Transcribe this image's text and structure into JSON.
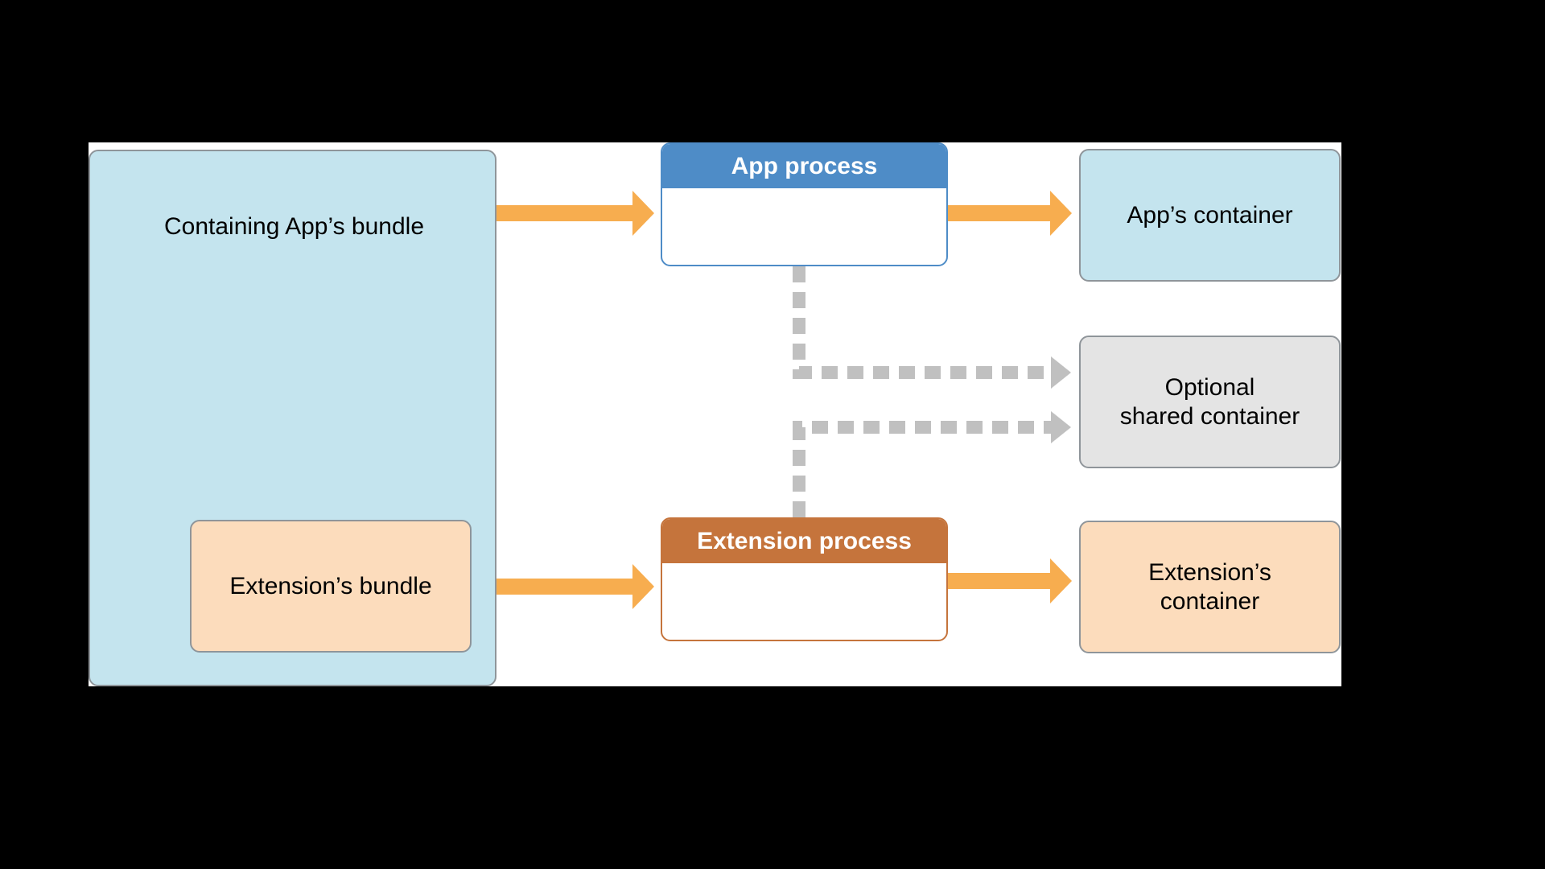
{
  "diagram": {
    "containing_bundle": {
      "label": "Containing App’s bundle"
    },
    "extension_bundle": {
      "label": "Extension’s bundle"
    },
    "app_process": {
      "label": "App process"
    },
    "extension_process": {
      "label": "Extension process"
    },
    "apps_container": {
      "label": "App’s container"
    },
    "shared_container": {
      "label_line1": "Optional",
      "label_line2": "shared container"
    },
    "extension_container": {
      "label_line1": "Extension’s",
      "label_line2": "container"
    },
    "colors": {
      "blue_fill": "#c4e4ee",
      "peach_fill": "#fcdcbc",
      "gray_fill": "#e4e4e4",
      "app_process_header": "#4e8cc7",
      "extension_process_header": "#c5743c",
      "arrow_solid": "#f7ad4f",
      "arrow_dashed": "#c0c0c0"
    },
    "connections": [
      {
        "from": "containing_bundle",
        "to": "app_process",
        "style": "solid"
      },
      {
        "from": "app_process",
        "to": "apps_container",
        "style": "solid"
      },
      {
        "from": "extension_bundle",
        "to": "extension_process",
        "style": "solid"
      },
      {
        "from": "extension_process",
        "to": "extension_container",
        "style": "solid"
      },
      {
        "from": "app_process",
        "to": "shared_container",
        "style": "dashed"
      },
      {
        "from": "extension_process",
        "to": "shared_container",
        "style": "dashed"
      }
    ]
  }
}
